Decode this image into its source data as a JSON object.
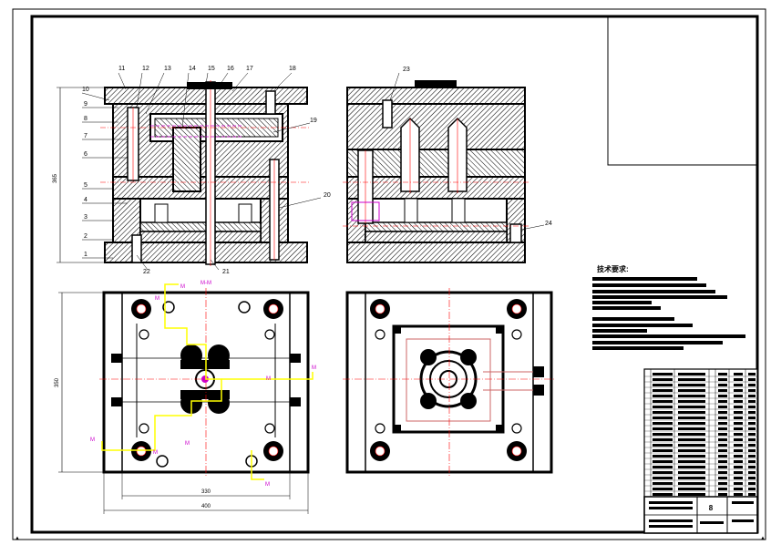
{
  "part_numbers": [
    "1",
    "2",
    "3",
    "4",
    "5",
    "6",
    "7",
    "8",
    "9",
    "10",
    "11",
    "12",
    "13",
    "14",
    "15",
    "16",
    "17",
    "18",
    "19",
    "20",
    "21",
    "22",
    "23",
    "24"
  ],
  "dimensions": {
    "height_side": "365",
    "height_plan": "350",
    "width_inner": "330",
    "width_outer": "400"
  },
  "labels": {
    "section": "M-M",
    "cut_mark": "M",
    "tech_req_title": "技术要求:",
    "title_block_num": "8"
  },
  "colors": {
    "outline": "#000000",
    "centerline": "#ff0000",
    "annotation_line": "#ffff00",
    "annotation_text": "#cc00cc",
    "water_channel": "#ff0000"
  }
}
